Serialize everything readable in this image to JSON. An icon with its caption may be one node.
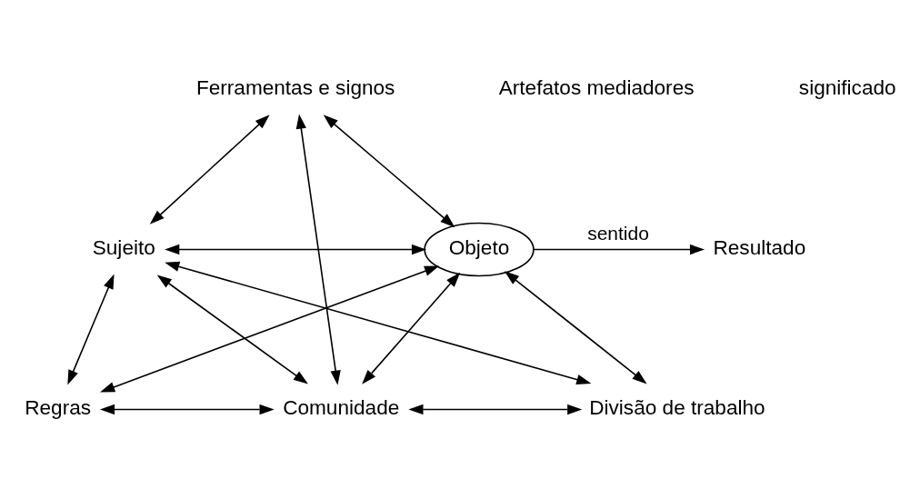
{
  "diagram": {
    "nodes": [
      {
        "text": [
          "Ferramentas e signos"
        ]
      },
      {
        "text": [
          "Sujeito"
        ]
      },
      {
        "text": [
          "Objeto"
        ]
      },
      {
        "text": [
          "Resultado"
        ]
      },
      {
        "text": [
          "Regras"
        ]
      },
      {
        "text": [
          "Comunidade"
        ]
      },
      {
        "text": [
          "Divisão de trabalho"
        ]
      }
    ],
    "edges": [
      {
        "from": 0,
        "to": 1,
        "arrow": "both"
      },
      {
        "from": 0,
        "to": 2,
        "arrow": "both"
      },
      {
        "from": 0,
        "to": 5,
        "arrow": "both"
      },
      {
        "from": 1,
        "to": 2,
        "arrow": "both"
      },
      {
        "from": 1,
        "to": 4,
        "arrow": "both"
      },
      {
        "from": 1,
        "to": 5,
        "arrow": "both"
      },
      {
        "from": 1,
        "to": 6,
        "arrow": "both"
      },
      {
        "from": 2,
        "to": 4,
        "arrow": "both"
      },
      {
        "from": 2,
        "to": 5,
        "arrow": "both"
      },
      {
        "from": 2,
        "to": 6,
        "arrow": "both"
      },
      {
        "from": 4,
        "to": 5,
        "arrow": "both"
      },
      {
        "from": 5,
        "to": 6,
        "arrow": "both"
      },
      {
        "from": 2,
        "to": 3,
        "label": "sentido",
        "arrow": "to"
      }
    ],
    "labels": [
      "Artefatos mediadores",
      "significado"
    ]
  }
}
